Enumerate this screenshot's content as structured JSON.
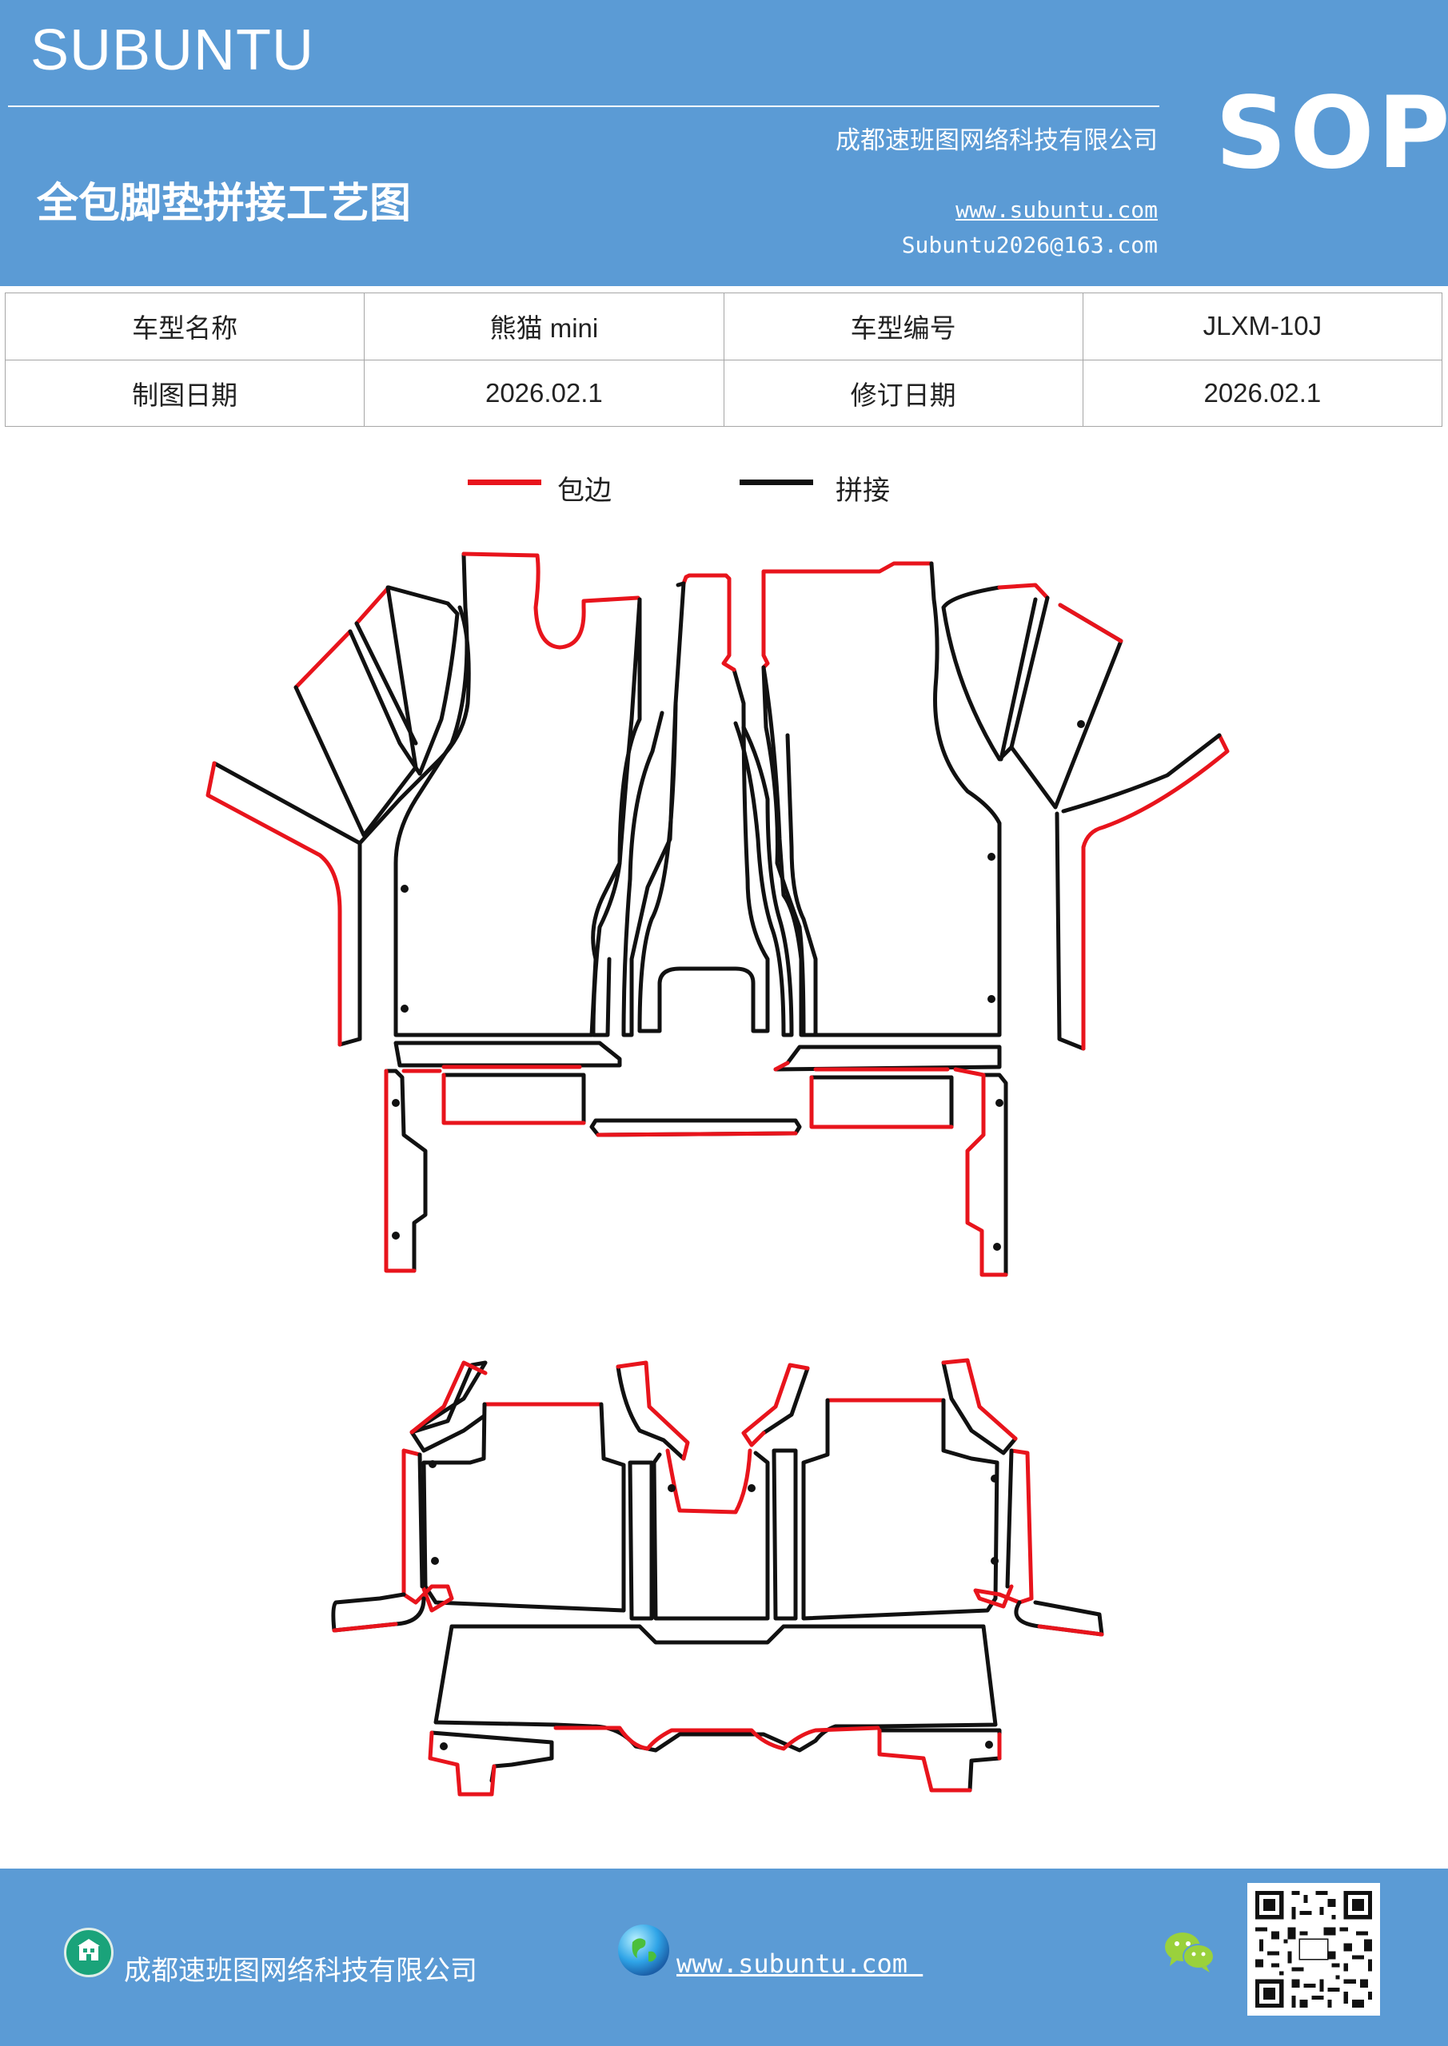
{
  "header": {
    "brand": "SUBUNTU",
    "company": "成都速班图网络科技有限公司",
    "title": "全包脚垫拼接工艺图",
    "url": "www.subuntu.com",
    "email": "Subuntu2026@163.com",
    "badge": "SOP"
  },
  "info_table": {
    "rows": [
      [
        {
          "text": "车型名称"
        },
        {
          "text": "熊猫 mini"
        },
        {
          "text": "车型编号"
        },
        {
          "text": "JLXM-10J"
        }
      ],
      [
        {
          "text": "制图日期"
        },
        {
          "text": "2026.02.1"
        },
        {
          "text": "修订日期"
        },
        {
          "text": "2026.02.1"
        }
      ]
    ]
  },
  "legend": [
    {
      "label": "包边",
      "color": "#e8141c"
    },
    {
      "label": "拼接",
      "color": "#111111"
    }
  ],
  "footer": {
    "company": "成都速班图网络科技有限公司",
    "url": "www.subuntu.com ",
    "company_icon": "building-icon",
    "web_icon": "globe-icon",
    "wechat_icon": "wechat-icon",
    "qr": "qr-code"
  },
  "colors": {
    "brand_blue": "#5b9bd5",
    "edge_red": "#e8141c",
    "seam_black": "#111111"
  }
}
